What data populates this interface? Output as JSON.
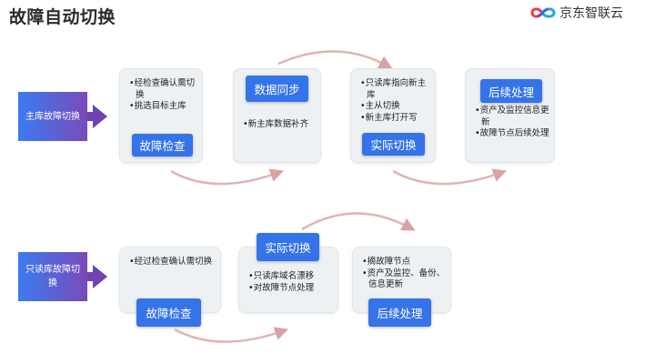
{
  "header": {
    "title": "故障自动切换"
  },
  "logo": {
    "text": "京东智联云",
    "icon": "jd-cloud-logo-icon"
  },
  "colors": {
    "accent": "#3573e8",
    "card_bg": "#eef1f3",
    "arc": "#d9a3a3",
    "gradient_start": "#3b7cf0",
    "gradient_end": "#7a4ab8"
  },
  "primary_flow": {
    "label": "主库故障切换",
    "steps": [
      {
        "button": "故障检查",
        "bullets": [
          "经检查确认需切换",
          "挑选目标主库"
        ]
      },
      {
        "button": "数据同步",
        "bullets": [
          "新主库数据补齐"
        ]
      },
      {
        "button": "实际切换",
        "bullets": [
          "只读库指向新主库",
          "主从切换",
          "新主库打开写"
        ]
      },
      {
        "button": "后续处理",
        "bullets": [
          "资产及监控信息更新",
          "故障节点后续处理"
        ]
      }
    ]
  },
  "readonly_flow": {
    "label": "只读库故障切换",
    "steps": [
      {
        "button": "故障检查",
        "bullets": [
          "经过检查确认需切换"
        ]
      },
      {
        "button": "实际切换",
        "bullets": [
          "只读库域名漂移",
          "对故障节点处理"
        ]
      },
      {
        "button": "后续处理",
        "bullets": [
          "摘故障节点",
          "资产及监控、备份、信息更新"
        ]
      }
    ]
  }
}
